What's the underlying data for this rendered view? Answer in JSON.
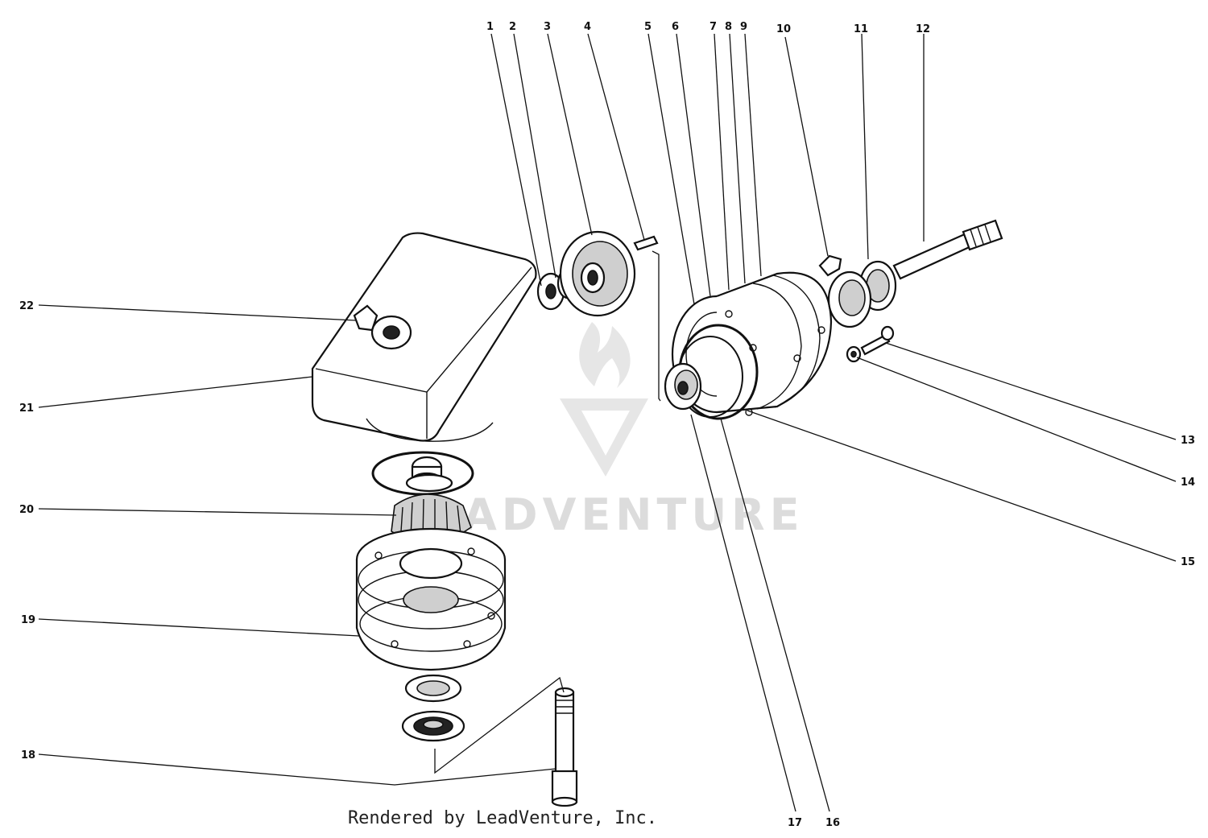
{
  "callouts": [
    {
      "label": "1"
    },
    {
      "label": "2"
    },
    {
      "label": "3"
    },
    {
      "label": "4"
    },
    {
      "label": "5"
    },
    {
      "label": "6"
    },
    {
      "label": "7"
    },
    {
      "label": "8"
    },
    {
      "label": "9"
    },
    {
      "label": "10"
    },
    {
      "label": "11"
    },
    {
      "label": "12"
    },
    {
      "label": "13"
    },
    {
      "label": "14"
    },
    {
      "label": "15"
    },
    {
      "label": "16"
    },
    {
      "label": "17"
    },
    {
      "label": "18"
    },
    {
      "label": "19"
    },
    {
      "label": "20"
    },
    {
      "label": "21"
    },
    {
      "label": "22"
    }
  ],
  "watermark": {
    "text": "ADVENTURE"
  },
  "credit": {
    "text": "Rendered by LeadVenture, Inc."
  }
}
